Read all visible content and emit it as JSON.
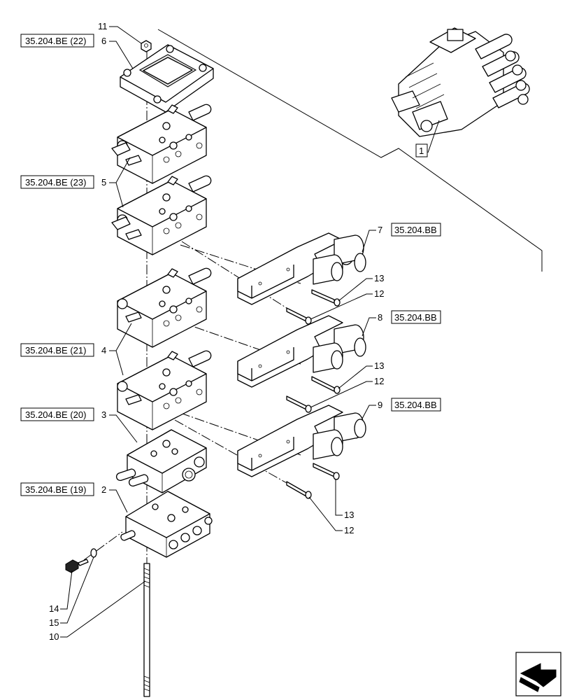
{
  "references": {
    "r22": "35.204.BE (22)",
    "r23": "35.204.BE (23)",
    "r21": "35.204.BE (21)",
    "r20": "35.204.BE (20)",
    "r19": "35.204.BE (19)",
    "bb7": "35.204.BB",
    "bb8": "35.204.BB",
    "bb9": "35.204.BB",
    "assembly": "1"
  },
  "callouts": {
    "n11": "11",
    "n6": "6",
    "n5": "5",
    "n4": "4",
    "n3": "3",
    "n2": "2",
    "n7": "7",
    "n8": "8",
    "n9": "9",
    "n13a": "13",
    "n12a": "12",
    "n13b": "13",
    "n12b": "12",
    "n13c": "13",
    "n12c": "12",
    "n14": "14",
    "n15": "15",
    "n10": "10"
  },
  "icons": {
    "nav": "next-page-arrow-icon"
  }
}
